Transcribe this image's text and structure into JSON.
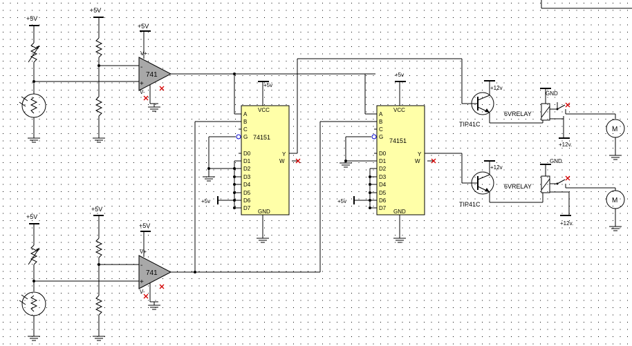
{
  "colors": {
    "background": "#ffffff",
    "grid_dot": "#000000",
    "opamp_fill": "#a8a8a8",
    "ic_fill": "#ffffa8",
    "no_connect": "#d40000",
    "pin_circle": "#0000cc",
    "wire": "#000000"
  },
  "supply_5v": "+5V",
  "supply_5v_lower": "+5v",
  "supply_12v": "+12v",
  "supply_12v_dot": "+12v.",
  "gnd": "GND",
  "opamp": {
    "label": "741",
    "vplus": "V+",
    "vminus": "V-",
    "inv": "-",
    "noninv": "+"
  },
  "mux": {
    "label": "74151",
    "vcc": "VCC",
    "gnd": "GND",
    "pins_left": [
      "A",
      "B",
      "C",
      "G",
      "D0",
      "D1",
      "D2",
      "D3",
      "D4",
      "D5",
      "D6",
      "D7"
    ],
    "pin_y": "Y",
    "pin_w": "W"
  },
  "transistor": "TIP41C",
  "relay": "6VRELAY",
  "motor": "M",
  "icons": [
    "potentiometer-icon",
    "ldr-icon",
    "resistor-icon",
    "ground-icon",
    "opamp-icon",
    "mux-ic-icon",
    "npn-transistor-icon",
    "relay-icon",
    "motor-icon",
    "no-connect-icon"
  ]
}
